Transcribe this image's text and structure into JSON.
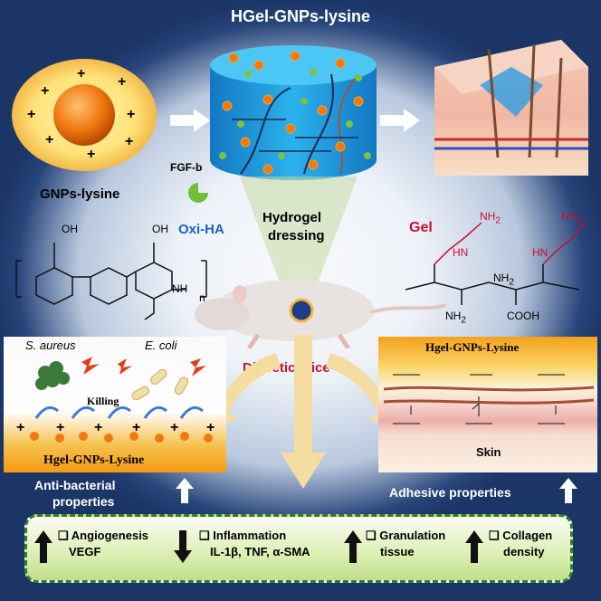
{
  "header": {
    "title": "HGel-GNPs-lysine"
  },
  "nanoparticle": {
    "label": "GNPs-lysine",
    "charge_symbol": "+"
  },
  "growth_factor": {
    "label": "FGF-b"
  },
  "dressing": {
    "line1": "Hydrogel",
    "line2": "dressing"
  },
  "oxi_ha": {
    "label": "Oxi-HA",
    "subscript": "n"
  },
  "gel": {
    "label": "Gel",
    "amine": "NH",
    "sub2": "2",
    "hn": "HN",
    "cooh": "COOH"
  },
  "mouse": {
    "label": "Diabetic mice"
  },
  "antibacterial": {
    "bacteria1": "S. aureus",
    "bacteria2": "E. coli",
    "killing": "Killing",
    "film_label": "Hgel-GNPs-Lysine",
    "caption_line1": "Anti-bacterial",
    "caption_line2": "properties"
  },
  "adhesive": {
    "film_label": "Hgel-GNPs-Lysine",
    "skin_label": "Skin",
    "caption": "Adhesive properties"
  },
  "outcomes": [
    {
      "direction": "up",
      "title": "Angiogenesis",
      "detail": "VEGF"
    },
    {
      "direction": "down",
      "title": "Inflammation",
      "detail": "IL-1β, TNF, α-SMA"
    },
    {
      "direction": "up",
      "title": "Granulation",
      "detail": "tissue"
    },
    {
      "direction": "up",
      "title": "Collagen",
      "detail": "density"
    }
  ],
  "colors": {
    "background_dark": "#1b3566",
    "hydrogel_blue": "#1a9be0",
    "nanoparticle_orange": "#f07a10",
    "label_red": "#c8102e",
    "label_blue": "#1f5fbf",
    "outcome_green": "#6bbf3a"
  }
}
